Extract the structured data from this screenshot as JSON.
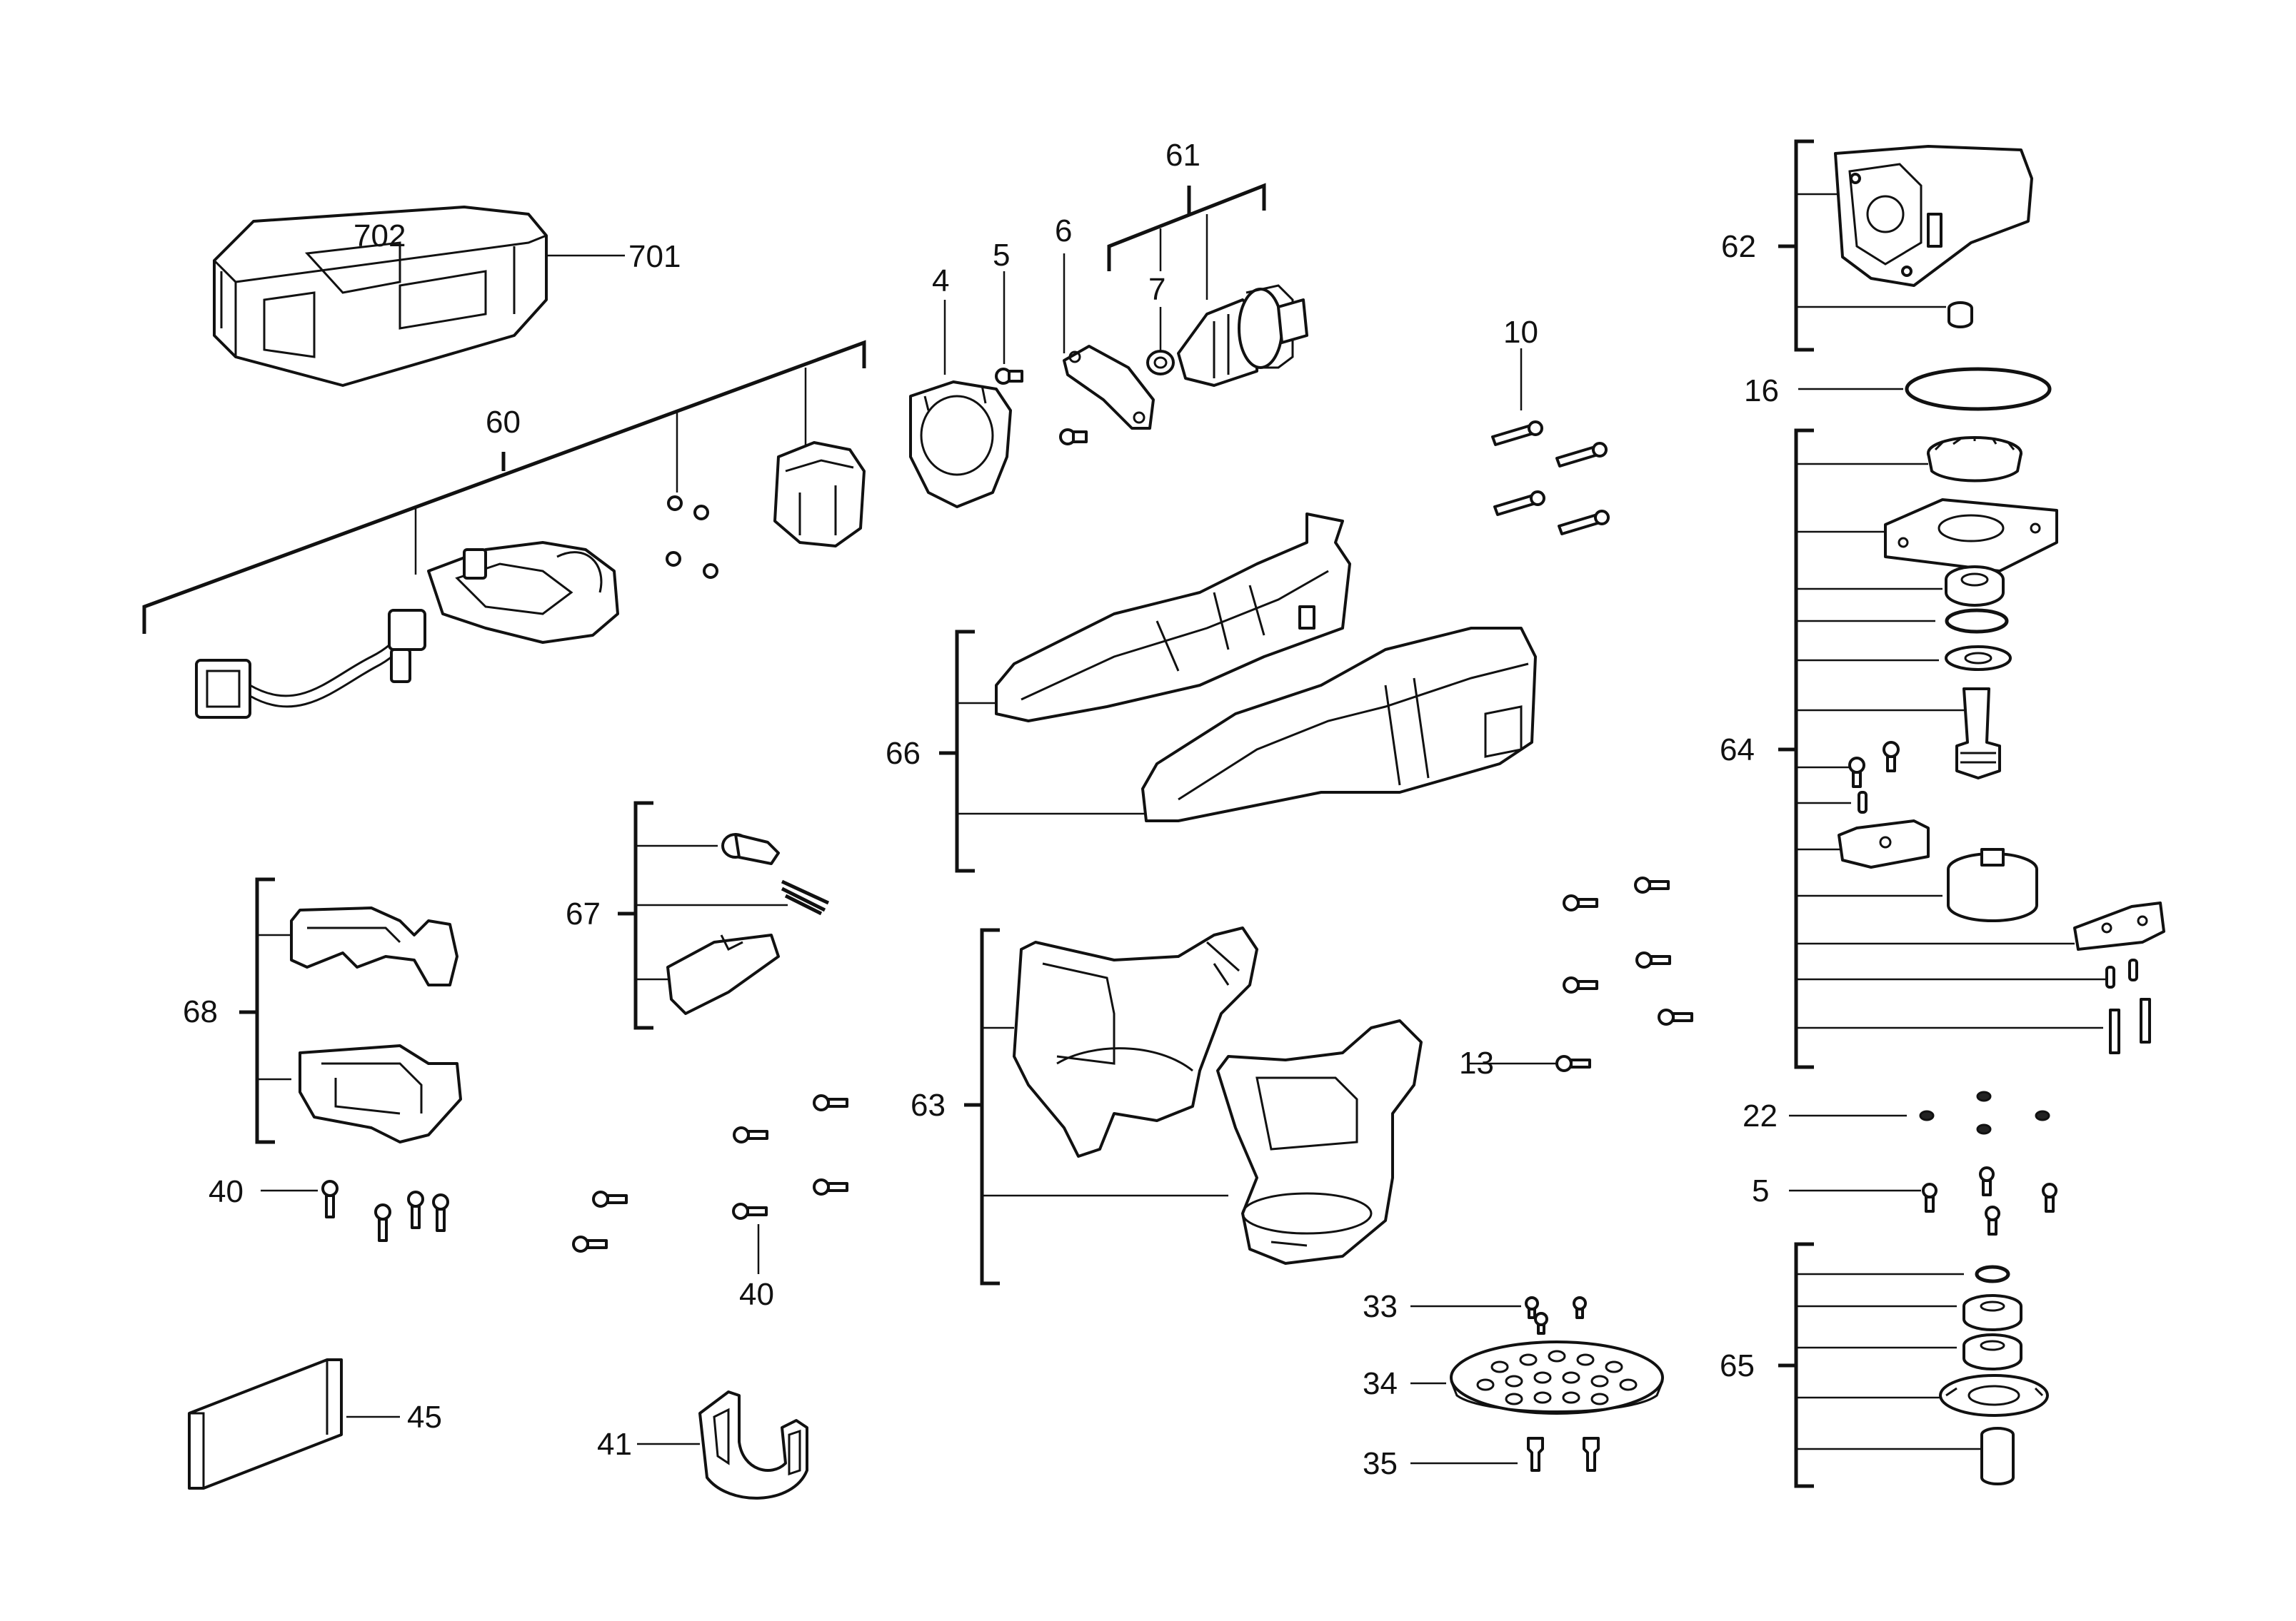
{
  "labels": {
    "l701": "701",
    "l702": "702",
    "l60": "60",
    "l4": "4",
    "l5a": "5",
    "l6": "6",
    "l61": "61",
    "l7": "7",
    "l10": "10",
    "l62": "62",
    "l16": "16",
    "l64": "64",
    "l66": "66",
    "l67": "67",
    "l68": "68",
    "l63": "63",
    "l13": "13",
    "l22": "22",
    "l5b": "5",
    "l40a": "40",
    "l40b": "40",
    "l33": "33",
    "l34": "34",
    "l35": "35",
    "l65": "65",
    "l45": "45",
    "l41": "41"
  }
}
